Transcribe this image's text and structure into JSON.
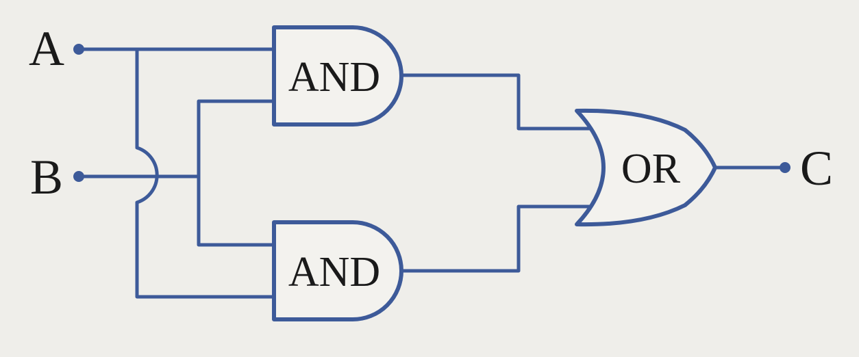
{
  "inputs": {
    "a_label": "A",
    "b_label": "B"
  },
  "output": {
    "c_label": "C"
  },
  "gates": {
    "and_top_label": "AND",
    "and_bottom_label": "AND",
    "or_label": "OR"
  },
  "colors": {
    "wire": "#3d5a99",
    "text": "#1a1a1a",
    "background": "#efeeea"
  }
}
